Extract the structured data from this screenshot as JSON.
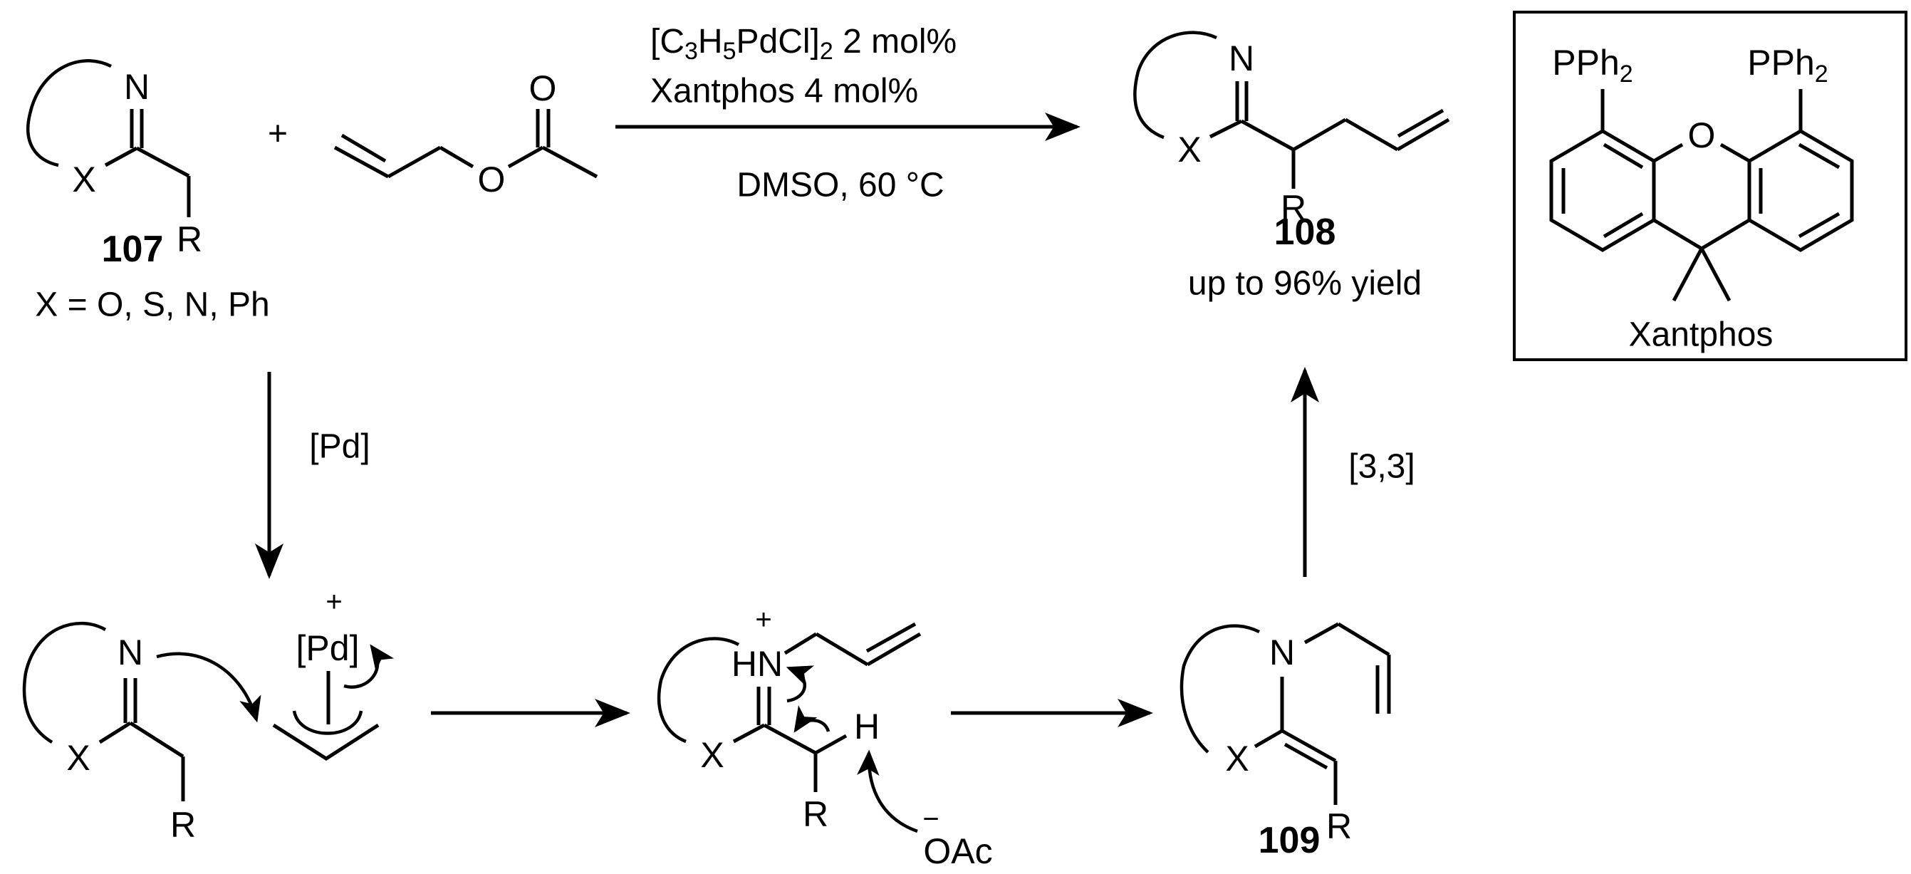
{
  "scheme": {
    "title": "Pd-catalyzed allylation of 2-alkyl azaarenes via aza-[3,3] rearrangement",
    "colors": {
      "ink": "#000000",
      "background": "#ffffff"
    }
  },
  "reaction": {
    "reactant_1": {
      "compound_number": "107",
      "atoms": {
        "N": "N",
        "X": "X",
        "R": "R"
      },
      "x_definition": "X = O, S, N, Ph"
    },
    "plus_sign": "+",
    "reactant_2": {
      "name": "allyl acetate",
      "atoms": {
        "O_ester": "O",
        "O_carbonyl": "O"
      }
    },
    "conditions": {
      "catalyst_prefix": "[C",
      "catalyst_sub1": "3",
      "catalyst_mid": "H",
      "catalyst_sub2": "5",
      "catalyst_mid2": "PdCl]",
      "catalyst_sub3": "2",
      "catalyst_suffix": " 2 mol%",
      "ligand": "Xantphos 4 mol%",
      "solvent_temp": "DMSO, 60 °C"
    },
    "product": {
      "compound_number": "108",
      "atoms": {
        "N": "N",
        "X": "X",
        "R": "R"
      },
      "yield_text": "up to 96% yield"
    }
  },
  "ligand_box": {
    "name": "Xantphos",
    "substituent": "PPh",
    "substituent_sub": "2",
    "bridge_atom": "O"
  },
  "mechanism": {
    "step1_label": "[Pd]",
    "step4_label": "[3,3]",
    "intermediate_a": {
      "atoms": {
        "N": "N",
        "X": "X",
        "R": "R"
      },
      "pd_label": "[Pd]",
      "pd_charge": "+"
    },
    "intermediate_b": {
      "atoms": {
        "HN": "HN",
        "X": "X",
        "R": "R",
        "H": "H"
      },
      "charge": "+",
      "base_charge": "−",
      "base": "OAc"
    },
    "intermediate_c": {
      "compound_number": "109",
      "atoms": {
        "N": "N",
        "X": "X",
        "R": "R"
      }
    }
  }
}
